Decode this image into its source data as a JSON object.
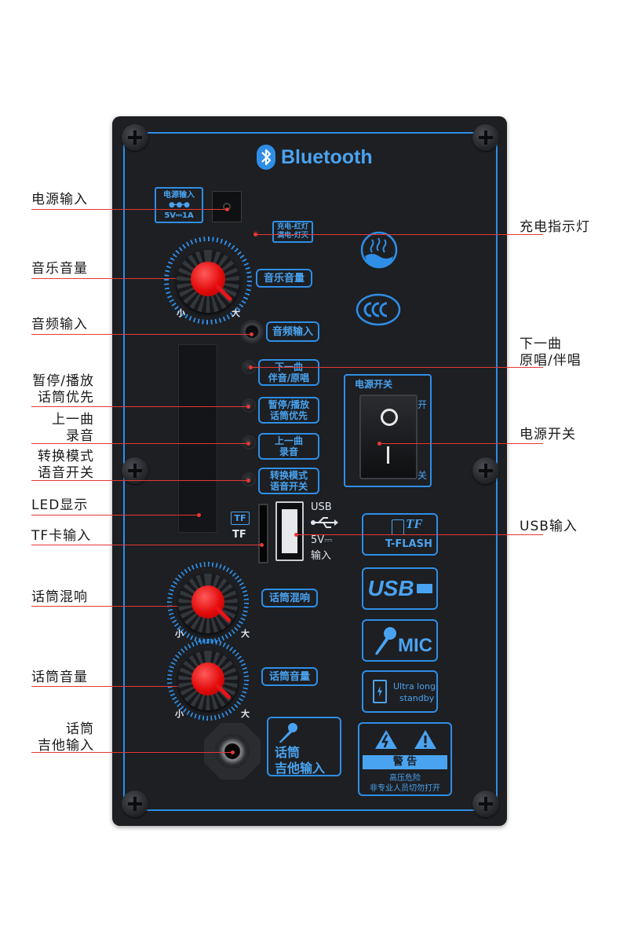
{
  "brand": {
    "logo_text": "Bluetooth"
  },
  "callouts_left": {
    "power_input": "电源输入",
    "music_volume": "音乐音量",
    "audio_input": "音频输入",
    "pause_play_line1": "暂停/播放",
    "pause_play_line2": "话筒优先",
    "prev_line1": "上一曲",
    "prev_line2": "录音",
    "mode_line1": "转换模式",
    "mode_line2": "语音开关",
    "led_display": "LED显示",
    "tf_input": "TF卡输入",
    "mic_echo": "话筒混响",
    "mic_volume": "话筒音量",
    "mic_guitar_line1": "话筒",
    "mic_guitar_line2": "吉他输入"
  },
  "callouts_right": {
    "charge_indicator": "充电指示灯",
    "next_line1": "下一曲",
    "next_line2": "原唱/伴唱",
    "power_switch": "电源开关",
    "usb_input": "USB输入"
  },
  "panel_labels": {
    "dc_title": "电源输入",
    "dc_spec": "5V⎓1A",
    "charge_line1": "充电-红灯",
    "charge_line2": "满电-灯灭",
    "music_volume": "音乐音量",
    "audio_input": "音频输入",
    "next": "下一曲",
    "next_sub": "伴音/原唱",
    "pause": "暂停/播放",
    "pause_sub": "话筒优先",
    "prev": "上一曲",
    "prev_sub": "录音",
    "mode": "转换模式",
    "mode_sub": "语音开关",
    "switch_title": "电源开关",
    "switch_on": "开",
    "switch_off": "关",
    "tf_badge": "TF",
    "tf_text": "TF",
    "usb_text": "USB",
    "usb_spec": "5V⎓",
    "usb_in": "输入",
    "mic_echo": "话筒混响",
    "mic_volume": "话筒音量",
    "knob_min": "小",
    "knob_max": "大",
    "mic_input_line1": "话筒",
    "mic_input_line2": "吉他输入",
    "tflash_logo": "TF",
    "tflash_text": "T-FLASH",
    "usb_logo": "USB",
    "mic_logo": "MIC",
    "standby_line1": "Ultra long",
    "standby_line2": "standby",
    "warn_title": "警  告",
    "warn_line1": "高压危险",
    "warn_line2": "非专业人员切勿打开"
  },
  "colors": {
    "accent_blue": "#2f8ee6",
    "knob_red": "#e30b0b",
    "callout_line": "#e53935",
    "panel": "#1d1f23"
  }
}
